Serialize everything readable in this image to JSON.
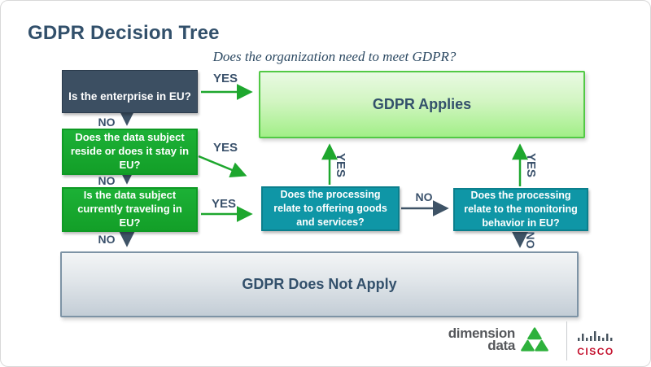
{
  "title": "GDPR Decision Tree",
  "subtitle": "Does the organization need to meet GDPR?",
  "nodes": {
    "q1": "Is the enterprise in EU?",
    "q2": "Does the data subject reside or does it stay in EU?",
    "q3": "Is the data subject currently traveling in EU?",
    "q4": "Does the processing relate to offering goods and services?",
    "q5": "Does the processing relate to the monitoring behavior in EU?",
    "gdpr_applies": "GDPR Applies",
    "gdpr_not_apply": "GDPR Does Not Apply"
  },
  "edge_labels": {
    "q1_yes": "YES",
    "q1_no": "NO",
    "q2_yes": "YES",
    "q2_no": "NO",
    "q3_yes": "YES",
    "q3_no": "NO",
    "q4_yes": "YES",
    "q4_no": "NO",
    "q5_yes": "YES",
    "q5_no": "NO"
  },
  "footer": {
    "dimension_line1": "dimension",
    "dimension_line2": "data",
    "cisco": "CISCO"
  },
  "colors": {
    "title_text": "#32506b",
    "dark_node": "#3c4f62",
    "green_node": "#17a92e",
    "teal_node": "#0f96a6",
    "applies_fill_top": "#e9fae3",
    "applies_fill_bottom": "#a2ef88",
    "applies_border": "#52c945",
    "not_apply_fill_top": "#f3f5f6",
    "not_apply_fill_bottom": "#c3cdd6",
    "not_apply_border": "#7d93a5",
    "arrow_green": "#1ea72e",
    "arrow_dark": "#3e5366",
    "dimension_green": "#2eb13c",
    "cisco_red": "#c4122e",
    "cisco_bars": "#47545f"
  }
}
